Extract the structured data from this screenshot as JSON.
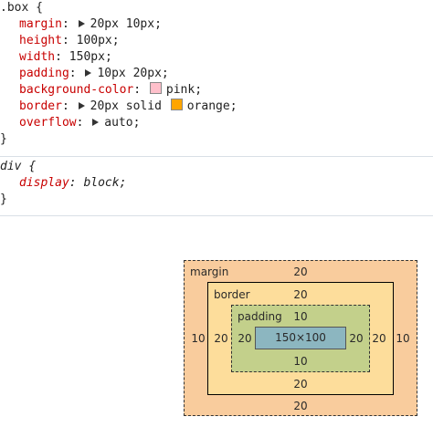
{
  "rules": [
    {
      "selector": ".box",
      "declarations": [
        {
          "property": "margin",
          "expandable": true,
          "value": "20px 10px"
        },
        {
          "property": "height",
          "expandable": false,
          "value": "100px"
        },
        {
          "property": "width",
          "expandable": false,
          "value": "150px"
        },
        {
          "property": "padding",
          "expandable": true,
          "value": "10px 20px"
        },
        {
          "property": "background-color",
          "expandable": false,
          "swatch": "#ffc0cb",
          "value": "pink"
        },
        {
          "property": "border",
          "expandable": true,
          "value_prefix": "20px solid",
          "swatch": "#ffa500",
          "value": "orange"
        },
        {
          "property": "overflow",
          "expandable": true,
          "value": "auto"
        }
      ]
    },
    {
      "selector": "div",
      "italic": true,
      "declarations": [
        {
          "property": "display",
          "expandable": false,
          "value": "block"
        }
      ]
    }
  ],
  "box_model": {
    "margin": {
      "label": "margin",
      "top": "20",
      "right": "10",
      "bottom": "20",
      "left": "10"
    },
    "border": {
      "label": "border",
      "top": "20",
      "right": "20",
      "bottom": "20",
      "left": "20"
    },
    "padding": {
      "label": "padding",
      "top": "10",
      "right": "20",
      "bottom": "10",
      "left": "20"
    },
    "content": "150×100",
    "colors": {
      "margin": "#f9cc9d",
      "border": "#fddd9b",
      "padding": "#c3d08b",
      "content": "#8cb6c0"
    }
  }
}
